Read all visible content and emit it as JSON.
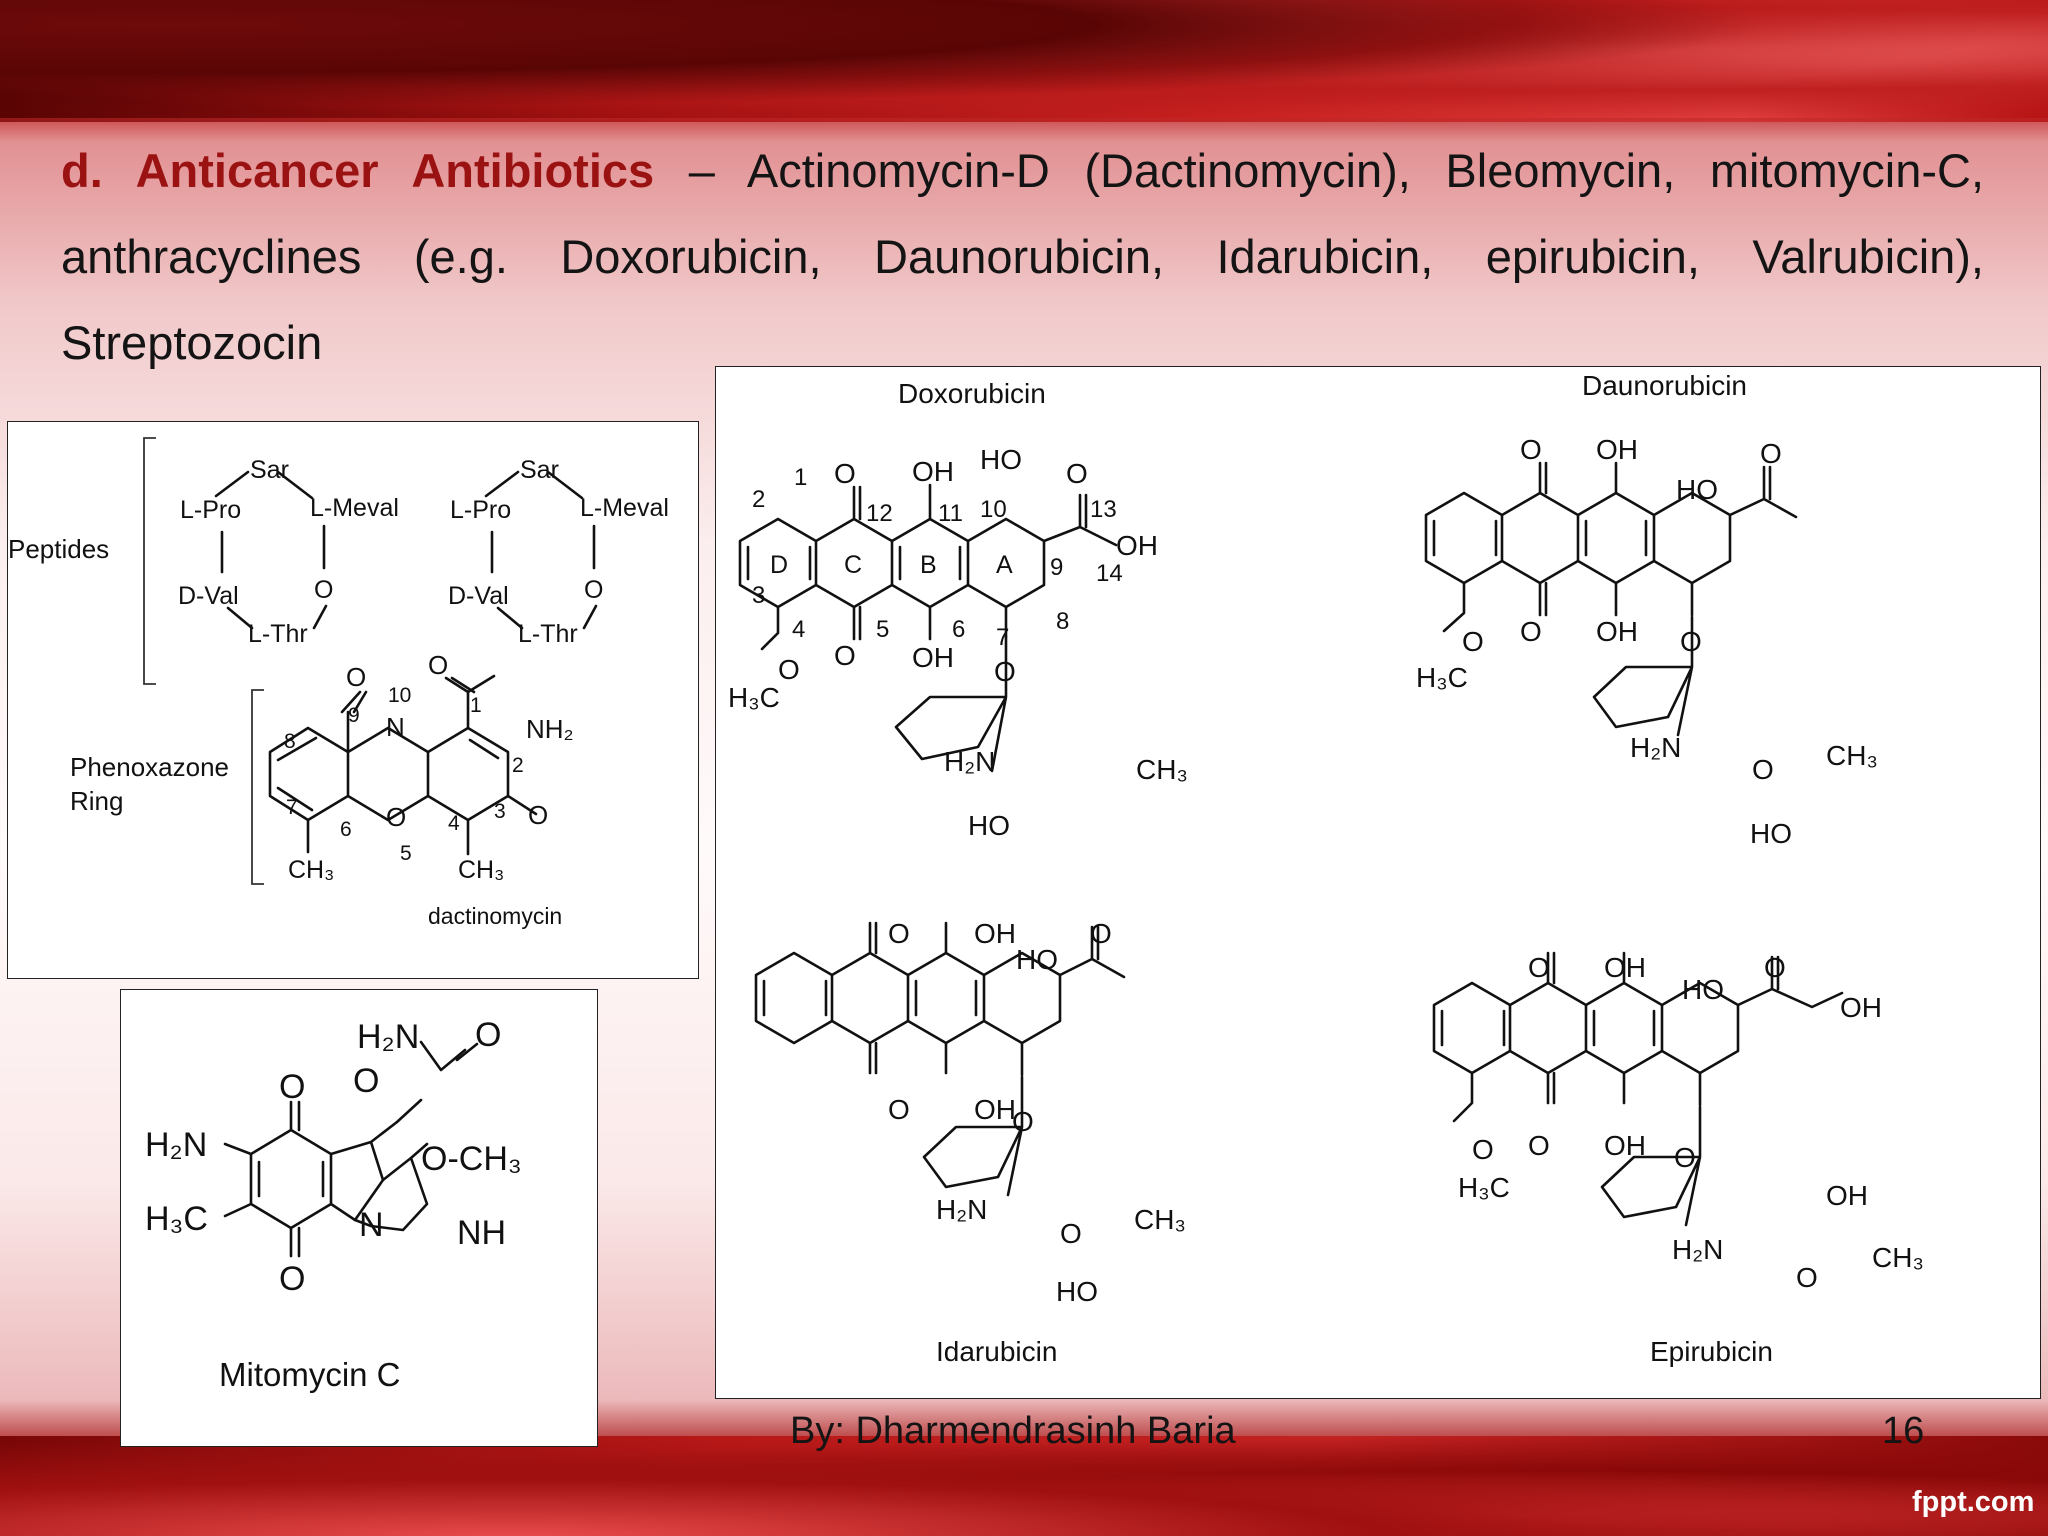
{
  "heading": {
    "lead": "d. Anticancer Antibiotics",
    "body": " – Actinomycin-D (Dactinomycin), Bleomycin, mitomycin-C, anthracyclines (e.g. Doxorubicin, Daunorubicin, Idarubicin, epirubicin, Valrubicin), Streptozocin"
  },
  "dactinomycin_panel": {
    "caption": "dactinomycin",
    "group_peptides": "Peptides",
    "group_ring_line1": "Phenoxazone",
    "group_ring_line2": "Ring",
    "labels": {
      "sar": "Sar",
      "lpro": "L-Pro",
      "lmeval": "L-Meval",
      "dval": "D-Val",
      "lthr": "L-Thr",
      "o": "O",
      "n": "N",
      "nh2": "NH₂",
      "ch3": "CH₃",
      "n1": "1",
      "n2": "2",
      "n3": "3",
      "n4": "4",
      "n5": "5",
      "n6": "6",
      "n7": "7",
      "n8": "8",
      "n9": "9",
      "n10": "10"
    }
  },
  "mitomycin_panel": {
    "caption": "Mitomycin C",
    "labels": {
      "h2n": "H₂N",
      "h3c": "H₃C",
      "o": "O",
      "och3": "O-CH₃",
      "n": "N",
      "nh": "NH"
    }
  },
  "anthracycline_panel": {
    "names": {
      "doxorubicin": "Doxorubicin",
      "daunorubicin": "Daunorubicin",
      "idarubicin": "Idarubicin",
      "epirubicin": "Epirubicin"
    },
    "labels": {
      "o": "O",
      "oh": "OH",
      "ho": "HO",
      "h3c": "H₃C",
      "h2n": "H₂N",
      "ch3": "CH₃",
      "ring_a": "A",
      "ring_b": "B",
      "ring_c": "C",
      "ring_d": "D",
      "n1": "1",
      "n2": "2",
      "n3": "3",
      "n4": "4",
      "n5": "5",
      "n6": "6",
      "n7": "7",
      "n8": "8",
      "n9": "9",
      "n10": "10",
      "n11": "11",
      "n12": "12",
      "n13": "13",
      "n14": "14"
    }
  },
  "footer": {
    "author": "By: Dharmendrasinh Baria",
    "page": "16",
    "brand": "fppt.com"
  }
}
